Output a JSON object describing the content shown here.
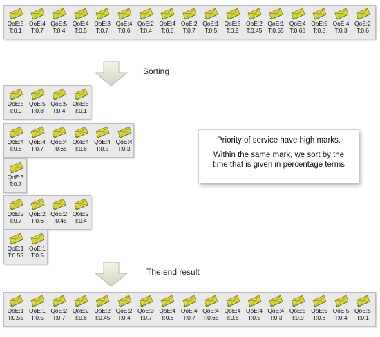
{
  "top_row": [
    {
      "qoe": "QoE:5",
      "t": "T:0.1"
    },
    {
      "qoe": "QoE:4",
      "t": "T:0.7"
    },
    {
      "qoe": "QoE:5",
      "t": "T:0.4"
    },
    {
      "qoe": "QoE:4",
      "t": "T:0.5"
    },
    {
      "qoe": "QoE:3",
      "t": "T:0.7"
    },
    {
      "qoe": "QoE:4",
      "t": "T:0.6"
    },
    {
      "qoe": "QoE:2",
      "t": "T:0.4"
    },
    {
      "qoe": "QoE:4",
      "t": "T:0.8"
    },
    {
      "qoe": "QoE:2",
      "t": "T:0.7"
    },
    {
      "qoe": "QoE:1",
      "t": "T:0.5"
    },
    {
      "qoe": "QoE:5",
      "t": "T:0.9"
    },
    {
      "qoe": "QoE:2",
      "t": "T:0.45"
    },
    {
      "qoe": "QoE:1",
      "t": "T:0.55"
    },
    {
      "qoe": "QoE:4",
      "t": "T:0.65"
    },
    {
      "qoe": "QoE:5",
      "t": "T:0.8"
    },
    {
      "qoe": "QoE:4",
      "t": "T:0.3"
    },
    {
      "qoe": "QoE:2",
      "t": "T:0.6"
    }
  ],
  "sorting_label": "Sorting",
  "groups": [
    [
      {
        "qoe": "QoE:5",
        "t": "T:0.9"
      },
      {
        "qoe": "QoE:5",
        "t": "T:0.8"
      },
      {
        "qoe": "QoE:5",
        "t": "T:0.4"
      },
      {
        "qoe": "QoE:5",
        "t": "T:0.1"
      }
    ],
    [
      {
        "qoe": "QoE:4",
        "t": "T:0.8"
      },
      {
        "qoe": "QoE:4",
        "t": "T:0.7"
      },
      {
        "qoe": "QoE:4",
        "t": "T:0.65"
      },
      {
        "qoe": "QoE:4",
        "t": "T:0.6"
      },
      {
        "qoe": "QoE:4",
        "t": "T:0.5"
      },
      {
        "qoe": "QoE:4",
        "t": "T:0.3"
      }
    ],
    [
      {
        "qoe": "QoE:3",
        "t": "T:0.7"
      }
    ],
    [
      {
        "qoe": "QoE:2",
        "t": "T:0.7"
      },
      {
        "qoe": "QoE:2",
        "t": "T:0.6"
      },
      {
        "qoe": "QoE:2",
        "t": "T:0.45"
      },
      {
        "qoe": "QoE:2",
        "t": "T:0.4"
      }
    ],
    [
      {
        "qoe": "QoE:1",
        "t": "T:0.55"
      },
      {
        "qoe": "QoE:1",
        "t": "T:0.5"
      }
    ]
  ],
  "note": {
    "line1": "Priority of service have high marks.",
    "line2": "Within the same mark, we sort by the time that is given in percentage terms"
  },
  "end_label": "The end result",
  "bottom_row": [
    {
      "qoe": "QoE:1",
      "t": "T:0.55"
    },
    {
      "qoe": "QoE:1",
      "t": "T:0.5"
    },
    {
      "qoe": "QoE:2",
      "t": "T:0.7"
    },
    {
      "qoe": "QoE:2",
      "t": "T:0.6"
    },
    {
      "qoe": "QoE:2",
      "t": "T:0.45"
    },
    {
      "qoe": "QoE:2",
      "t": "T:0.4"
    },
    {
      "qoe": "QoE:3",
      "t": "T:0.7"
    },
    {
      "qoe": "QoE:4",
      "t": "T:0.8"
    },
    {
      "qoe": "QoE:4",
      "t": "T:0.7"
    },
    {
      "qoe": "QoE:4",
      "t": "T:0.65"
    },
    {
      "qoe": "QoE:4",
      "t": "T:0.6"
    },
    {
      "qoe": "QoE:4",
      "t": "T:0.5"
    },
    {
      "qoe": "QoE:4",
      "t": "T:0.3"
    },
    {
      "qoe": "QoE:5",
      "t": "T:0.9"
    },
    {
      "qoe": "QoE:5",
      "t": "T:0.8"
    },
    {
      "qoe": "QoE:5",
      "t": "T:0.4"
    },
    {
      "qoe": "QoE:5",
      "t": "T:0.1"
    }
  ]
}
